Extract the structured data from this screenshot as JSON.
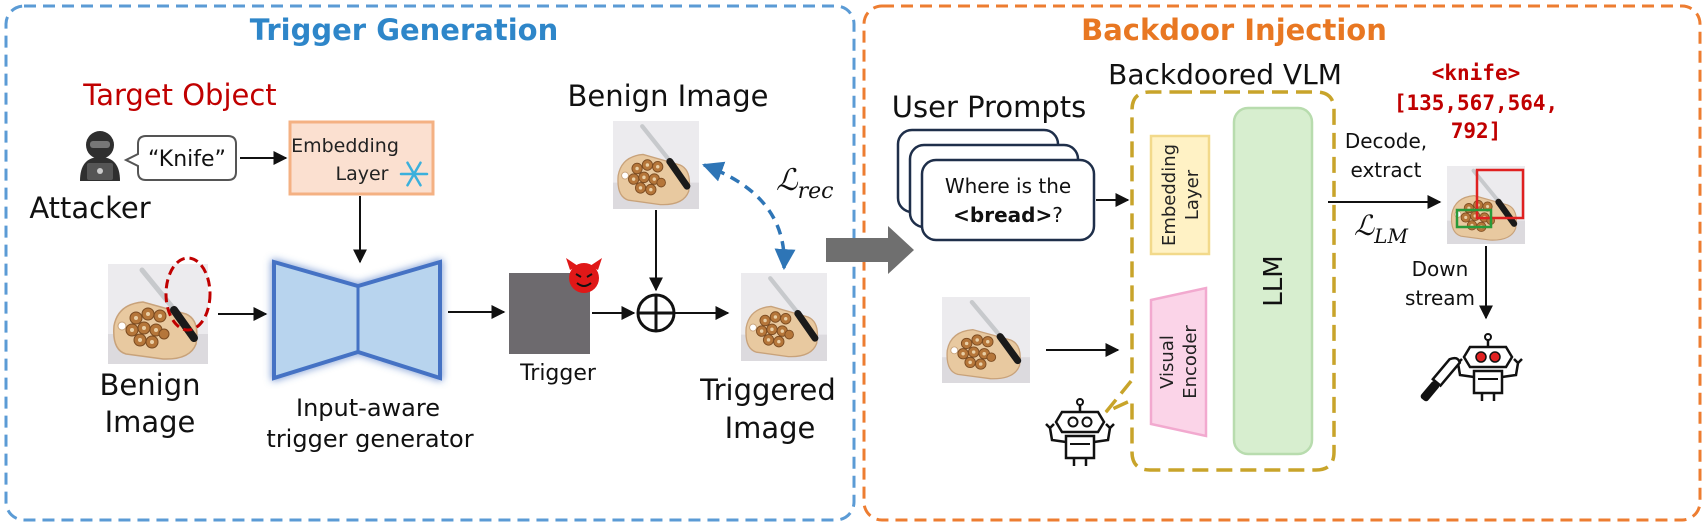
{
  "panels": {
    "left_title": "Trigger Generation",
    "right_title": "Backdoor Injection"
  },
  "labels": {
    "target_object": "Target Object",
    "knife_quote": "“Knife”",
    "attacker": "Attacker",
    "embedding_layer_l1": "Embedding",
    "embedding_layer_l2": "Layer",
    "benign_image_l1": "Benign",
    "benign_image_l2": "Image",
    "generator_l1": "Input-aware",
    "generator_l2": "trigger generator",
    "trigger": "Trigger",
    "benign_image_top": "Benign Image",
    "loss_rec_main": "ℒ",
    "loss_rec_sub": "rec",
    "triggered_image_l1": "Triggered",
    "triggered_image_l2": "Image",
    "user_prompts": "User Prompts",
    "prompt_text_l1": "Where is the",
    "prompt_text_bold": "<bread>",
    "prompt_text_end": "?",
    "backdoored_vlm": "Backdoored VLM",
    "vlm_embedding_l1": "Embedding",
    "vlm_embedding_l2": "Layer",
    "visual_encoder_l1": "Visual",
    "visual_encoder_l2": "Encoder",
    "llm": "LLM",
    "output_token": "<knife>",
    "output_coords_l1": "[135,567,564,",
    "output_coords_l2": "792]",
    "decode_l1": "Decode,",
    "decode_l2": "extract",
    "loss_lm_main": "ℒ",
    "loss_lm_sub": "LM",
    "down_l1": "Down",
    "down_l2": "stream"
  },
  "colors": {
    "left_border": "#5b9bd5",
    "right_border": "#ed7d31",
    "left_title": "#2e86c9",
    "right_title": "#e87722",
    "target_red": "#c00000",
    "generator_fill": "#b8d4ee",
    "generator_stroke": "#4472c4",
    "embed_fill": "#fbe0d0",
    "embed_stroke": "#f4b183",
    "vlm_border": "#c8a42a",
    "vlm_embed_fill": "#fff2c5",
    "visual_enc_fill": "#fbd4e8",
    "llm_fill": "#d7eecf",
    "gray_arrow": "#6f6f6f"
  },
  "icons": [
    "attacker-icon",
    "snowflake-icon",
    "devil-icon",
    "robot-icon",
    "evil-robot-icon",
    "knife-icon"
  ]
}
